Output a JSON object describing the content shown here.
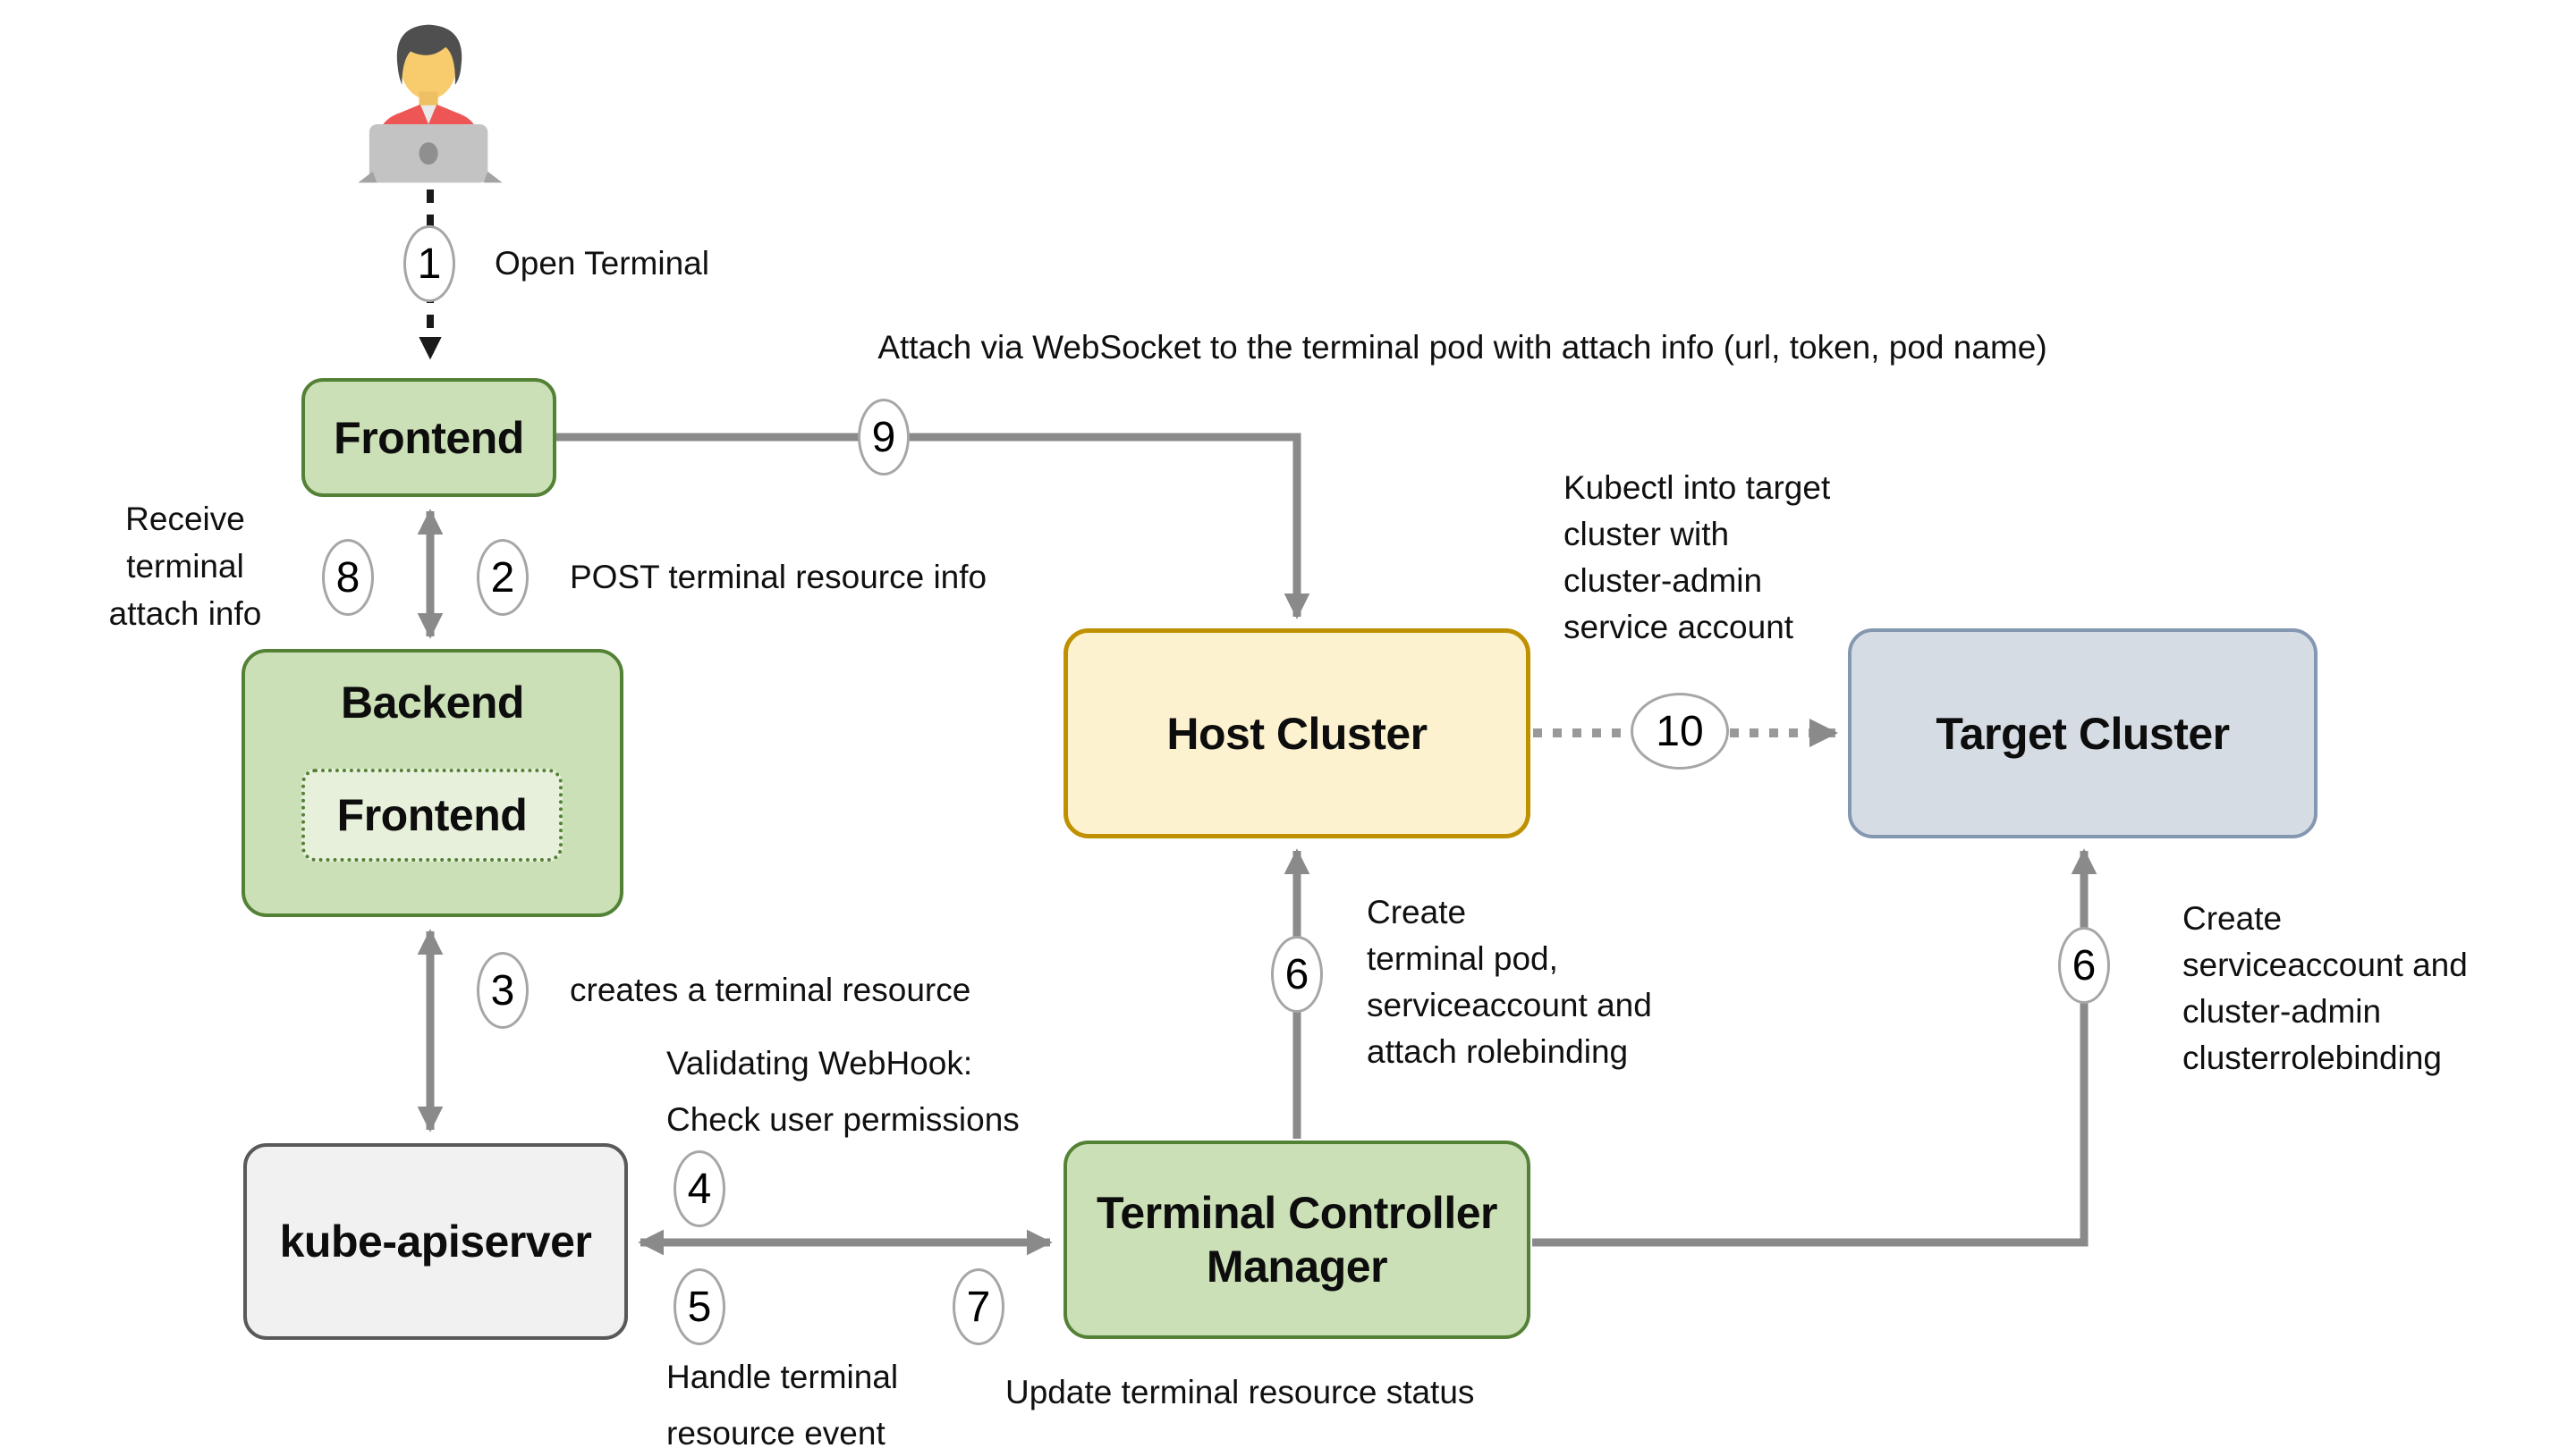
{
  "title": "Terminal architecture flow diagram",
  "colors": {
    "green_fill": "#cbe0b6",
    "green_border": "#538135",
    "inner_fill": "#e6f0da",
    "yellow_fill": "#fdf2cf",
    "yellow_border": "#bf9000",
    "blue_fill": "#d6dce4",
    "blue_border": "#8497b0",
    "gray_fill": "#f1f1f1",
    "gray_border": "#595959",
    "arrow_gray": "#8a8a8a",
    "dot_gray": "#999999",
    "circle_border": "#a6a6a6",
    "dashed_black": "#1a1a1a"
  },
  "nodes": {
    "frontend": {
      "label": "Frontend"
    },
    "backend": {
      "label": "Backend"
    },
    "backend_inner": {
      "label": "Frontend"
    },
    "kube_apiserver": {
      "label": "kube-apiserver"
    },
    "tcm": {
      "label": "Terminal Controller\nManager"
    },
    "host_cluster": {
      "label": "Host Cluster"
    },
    "target_cluster": {
      "label": "Target Cluster"
    }
  },
  "actor": {
    "name": "user-at-laptop"
  },
  "steps": {
    "1": {
      "num": "1",
      "label": "Open Terminal"
    },
    "2": {
      "num": "2",
      "label": "POST terminal resource info"
    },
    "3": {
      "num": "3",
      "label": "creates a terminal resource"
    },
    "4": {
      "num": "4",
      "label": "Validating WebHook:\nCheck user permissions"
    },
    "5": {
      "num": "5",
      "label": "Handle terminal\nresource event"
    },
    "6a": {
      "num": "6",
      "label": "Create\nterminal pod,\nserviceaccount and\nattach rolebinding"
    },
    "6b": {
      "num": "6",
      "label": "Create\nserviceaccount and\ncluster-admin\nclusterrolebinding"
    },
    "7": {
      "num": "7",
      "label": "Update terminal resource status"
    },
    "8": {
      "num": "8",
      "label": "Receive\nterminal\nattach info"
    },
    "9": {
      "num": "9",
      "label": "Attach via WebSocket to the terminal pod with attach info (url, token, pod name)"
    },
    "10": {
      "num": "10",
      "label": "Kubectl into target\ncluster with\ncluster-admin\nservice account"
    }
  }
}
